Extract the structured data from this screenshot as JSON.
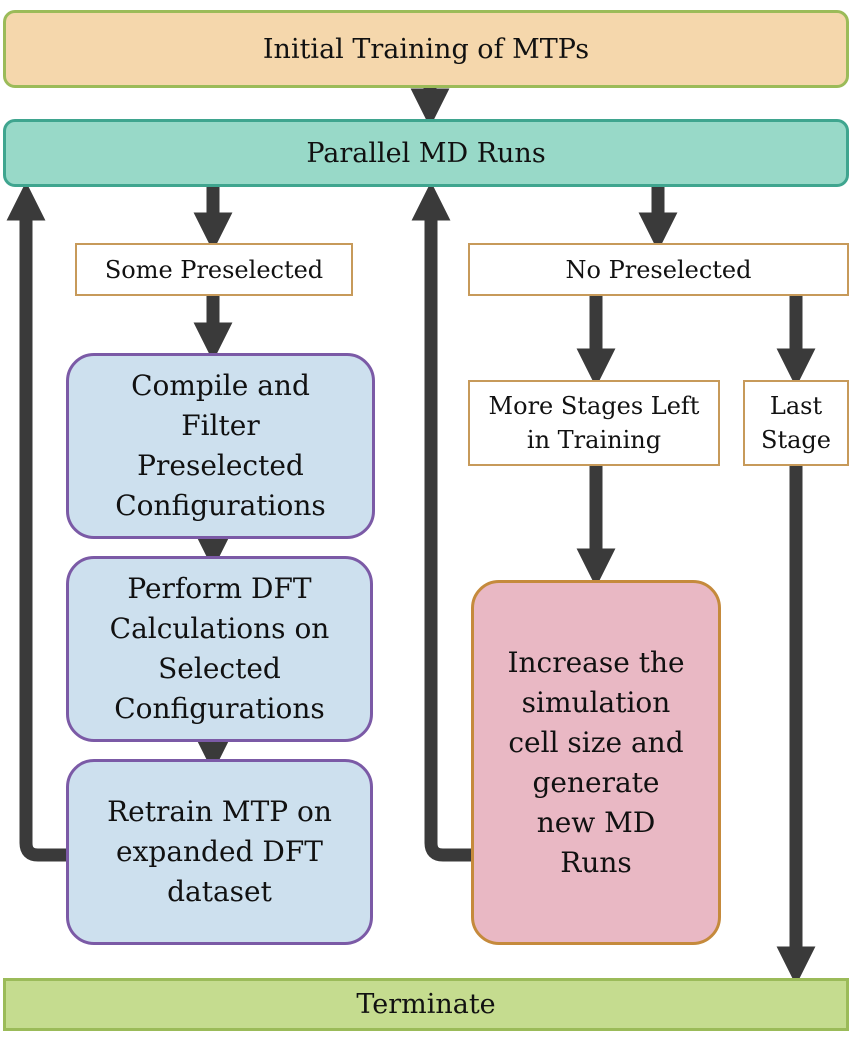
{
  "colors": {
    "initial_fill": "#f5d7ac",
    "initial_border": "#9bbb59",
    "md_fill": "#98d9c8",
    "md_border": "#3fa58f",
    "process_fill": "#cde0ee",
    "process_border": "#7b5aa6",
    "increase_fill": "#e9b8c4",
    "increase_border": "#c58a3c",
    "terminate_fill": "#c5dc8f",
    "terminate_border": "#9bbb59",
    "label_border": "#c79a5a",
    "arrow": "#3a3a3a"
  },
  "nodes": {
    "initial": "Initial Training of MTPs",
    "md_runs": "Parallel MD Runs",
    "some_preselected": "Some Preselected",
    "no_preselected": "No Preselected",
    "compile": "Compile and\nFilter\nPreselected\nConfigurations",
    "dft": "Perform DFT\nCalculations on\nSelected\nConfigurations",
    "retrain": "Retrain MTP on\nexpanded DFT\ndataset",
    "more_stages": "More Stages Left\nin Training",
    "last_stage": "Last\nStage",
    "increase": "Increase the\nsimulation\ncell size and\ngenerate\nnew MD\nRuns",
    "terminate": "Terminate"
  }
}
